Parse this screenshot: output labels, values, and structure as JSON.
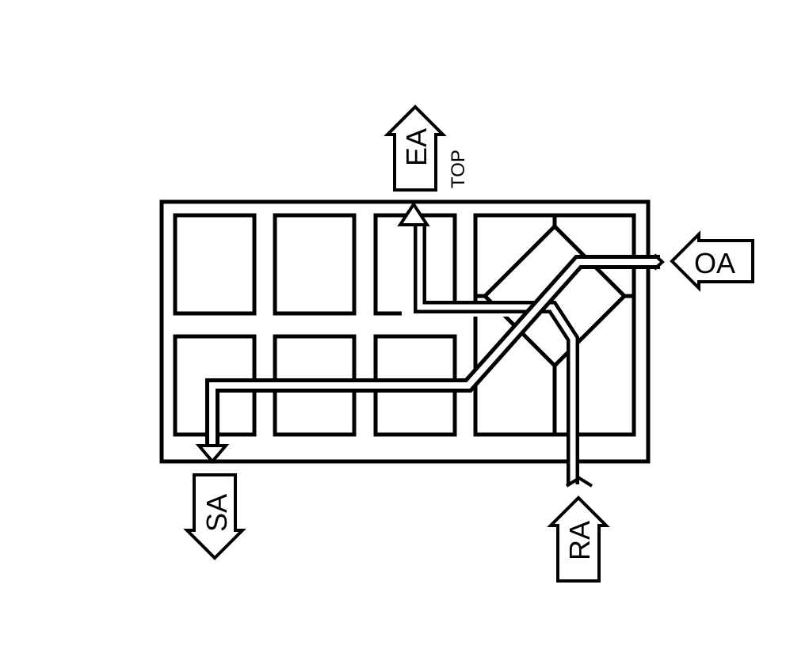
{
  "diagram": {
    "labels": {
      "exhaust_air": "EA",
      "exhaust_position": "TOP",
      "outside_air": "OA",
      "supply_air": "SA",
      "return_air": "RA"
    },
    "colors": {
      "stroke": "#000000",
      "fill": "#ffffff"
    }
  }
}
